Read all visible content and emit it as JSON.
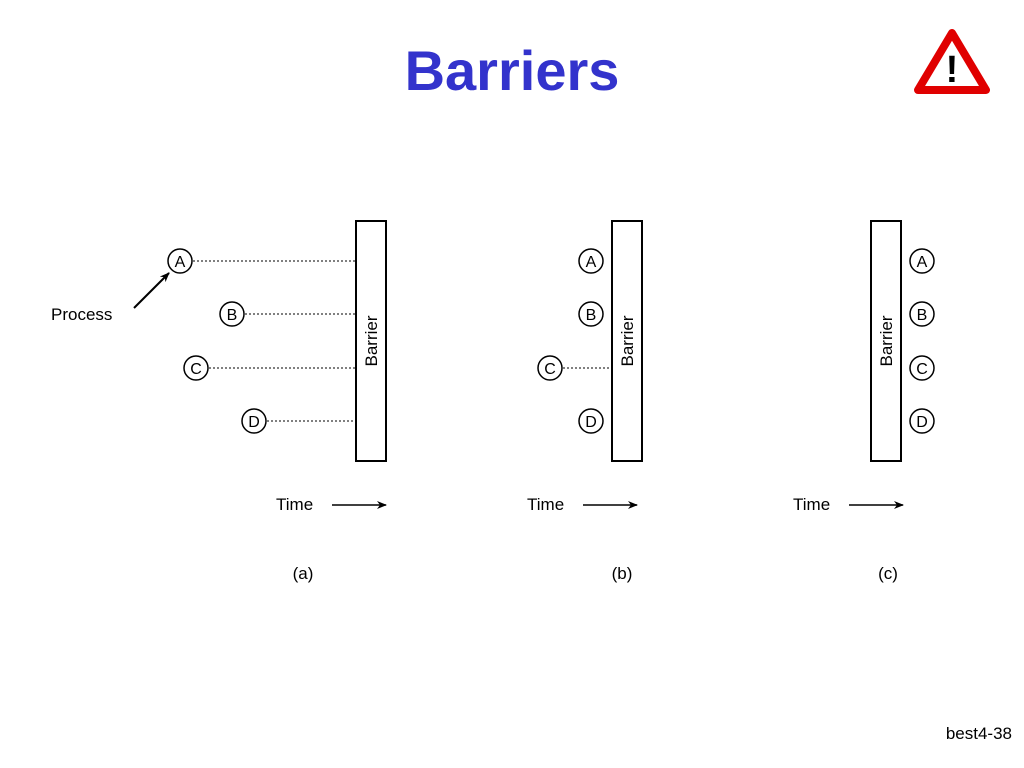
{
  "title": "Barriers",
  "title_color": "#3333cc",
  "warning_icon": "warning-triangle-icon",
  "warning_color": "#e00000",
  "warning_symbol": "!",
  "diagram": {
    "process_label": "Process",
    "barrier_label": "Barrier",
    "time_label": "Time",
    "panels": [
      {
        "caption": "(a)",
        "processes": [
          "A",
          "B",
          "C",
          "D"
        ]
      },
      {
        "caption": "(b)",
        "processes": [
          "A",
          "B",
          "C",
          "D"
        ]
      },
      {
        "caption": "(c)",
        "processes": [
          "A",
          "B",
          "C",
          "D"
        ]
      }
    ]
  },
  "footer": "best4-38"
}
